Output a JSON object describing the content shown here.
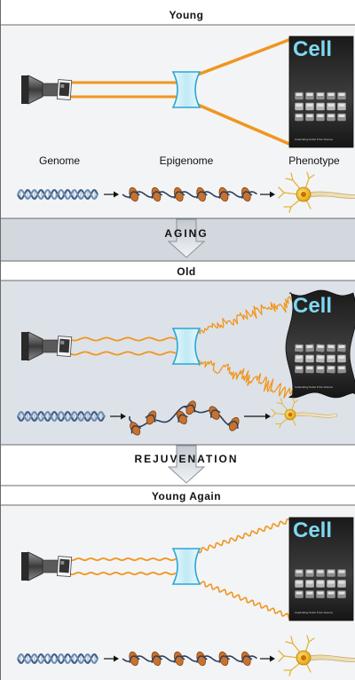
{
  "sections": {
    "young": {
      "title": "Young"
    },
    "old": {
      "title": "Old"
    },
    "young_again": {
      "title": "Young Again"
    }
  },
  "column_labels": {
    "genome": "Genome",
    "epigenome": "Epigenome",
    "phenotype": "Phenotype"
  },
  "transitions": {
    "aging": "AGING",
    "rejuvenation": "REJUVENATION"
  },
  "cover": {
    "title": "Cell",
    "subtitle": "Celebrating Nobel Prize Science"
  },
  "colors": {
    "beam_orange": "#f0961e",
    "lens_cyan": "#cdeff8",
    "lens_stroke": "#2aa6d4",
    "band_gray": "#d3d8de",
    "panel_old": "#dde2e8",
    "panel_light": "#f3f4f6",
    "nucleosome": "#c8722e",
    "dna_blue": "#3a5c86",
    "neuron_yellow": "#f3c232"
  }
}
